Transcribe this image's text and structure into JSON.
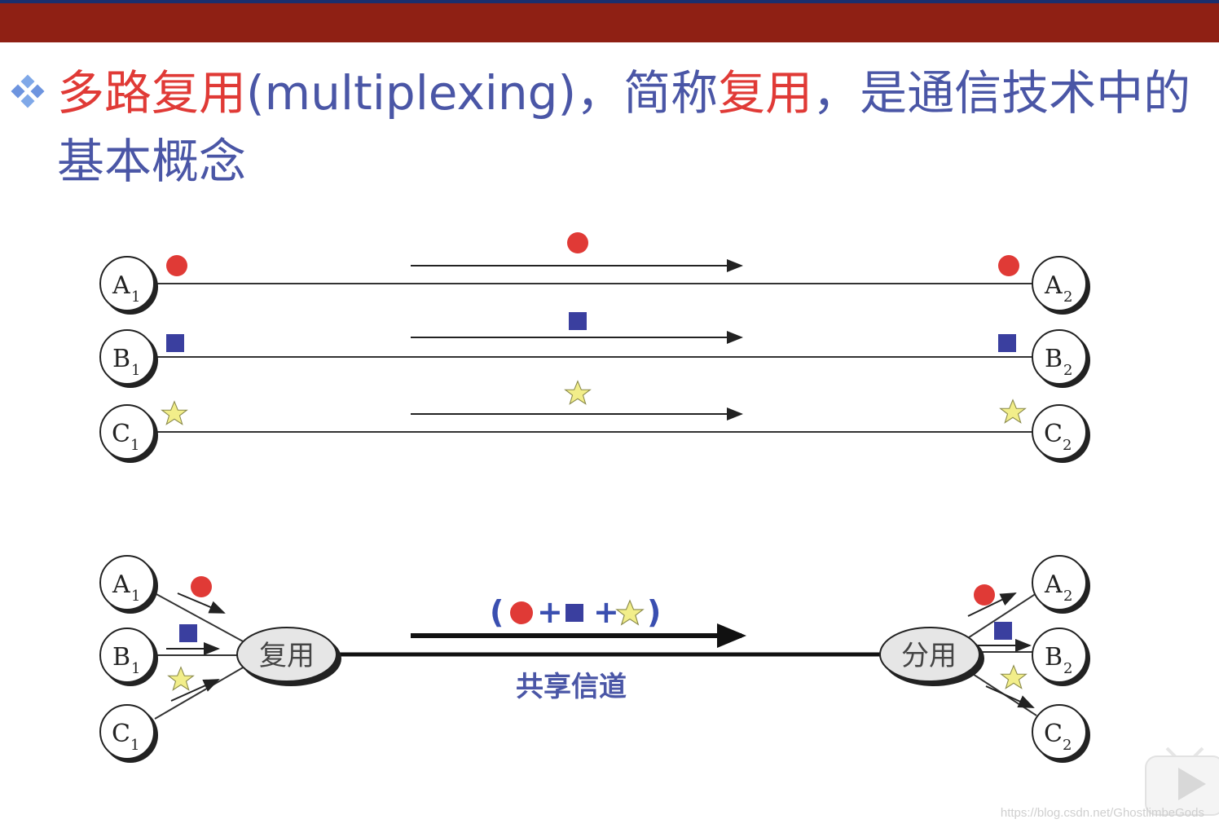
{
  "title": {
    "part1": "多路复用",
    "part2": "(multiplexing)，简称",
    "part3": "复用",
    "part4": "，是通信技术中的基本概念"
  },
  "nodes": {
    "a1": {
      "letter": "A",
      "sub": "1"
    },
    "b1": {
      "letter": "B",
      "sub": "1"
    },
    "c1": {
      "letter": "C",
      "sub": "1"
    },
    "a2": {
      "letter": "A",
      "sub": "2"
    },
    "b2": {
      "letter": "B",
      "sub": "2"
    },
    "c2": {
      "letter": "C",
      "sub": "2"
    }
  },
  "mux_label": "复用",
  "demux_label": "分用",
  "channel_label": "共享信道",
  "combined_open": "(",
  "combined_plus1": "+",
  "combined_plus2": "+",
  "combined_close": ")",
  "watermark": "https://blog.csdn.net/GhostlimbeGods",
  "colors": {
    "header_bar": "#8f2014",
    "title_blue": "#4a56a6",
    "title_red": "#e03a36",
    "circle_signal": "#e03a36",
    "square_signal": "#3a3f9f",
    "star_signal": "#f2ee8a"
  },
  "icons": [
    "bullet-diamond-icon",
    "circle-signal-icon",
    "square-signal-icon",
    "star-signal-icon",
    "play-icon"
  ]
}
